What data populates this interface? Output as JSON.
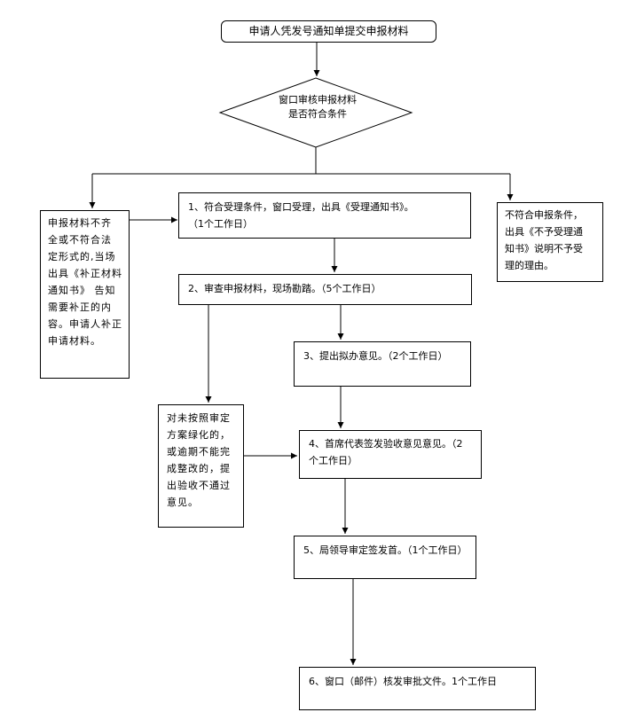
{
  "diagram": {
    "start": "申请人凭发号通知单提交申报材料",
    "decision": [
      "窗口审核申报材料",
      "是否符合条件"
    ],
    "left_box": [
      "申报材料不齐",
      "全或不符合法",
      "定形式的,当场",
      "出具《补正材料",
      "通知书》 告知",
      "需要补正的内",
      "容。申请人补正",
      "申请材料。"
    ],
    "right_box": [
      "不符合申报条件，",
      "出具《不予受理通",
      "知书》说明不予受",
      "理的理由。"
    ],
    "step1": [
      "1、符合受理条件，窗口受理，出具《受理通知书》。",
      "（1个工作日）"
    ],
    "step2": "2、审查申报材料，现场勘踏。（5个工作日）",
    "step3": "3、提出拟办意见。（2个工作日）",
    "side_box": [
      "对未按照审定",
      "方案绿化的，",
      "或逾期不能完",
      "成整改的，提",
      "出验收不通过",
      "意见。"
    ],
    "step4": [
      "4、首席代表签发验收意见意见。（2",
      "个工作日）"
    ],
    "step5": "5、局领导审定签发首。（1个工作日）",
    "step6": "6、窗口（邮件）核发审批文件。1个工作日"
  }
}
